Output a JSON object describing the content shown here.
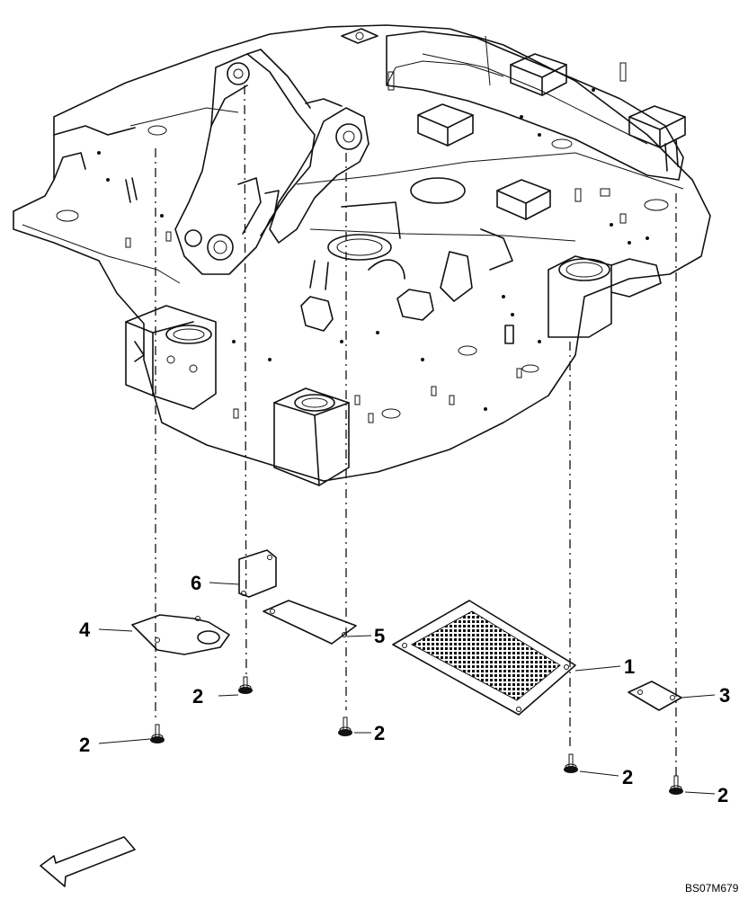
{
  "figure": {
    "drawing_code": "BS07M679",
    "callouts": [
      {
        "id": "c1",
        "label": "1"
      },
      {
        "id": "c2a",
        "label": "2"
      },
      {
        "id": "c2b",
        "label": "2"
      },
      {
        "id": "c2c",
        "label": "2"
      },
      {
        "id": "c2d",
        "label": "2"
      },
      {
        "id": "c2e",
        "label": "2"
      },
      {
        "id": "c3",
        "label": "3"
      },
      {
        "id": "c4",
        "label": "4"
      },
      {
        "id": "c5",
        "label": "5"
      },
      {
        "id": "c6",
        "label": "6"
      }
    ],
    "icons": {
      "direction_arrow": "front-direction-arrow-icon",
      "bolt": "bolt-icon"
    }
  }
}
